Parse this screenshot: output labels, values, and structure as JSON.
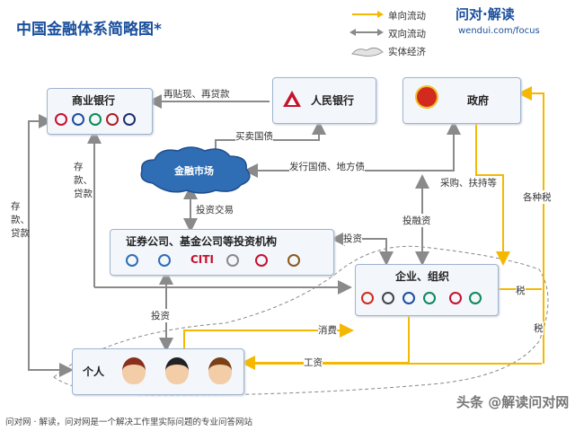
{
  "title": "中国金融体系简略图*",
  "brand": {
    "name": "问对·解读",
    "url": "wendui.com/focus"
  },
  "legend": {
    "one_way": "单向流动",
    "two_way": "双向流动",
    "real_economy": "实体经济"
  },
  "nodes": {
    "commercial_bank": "商业银行",
    "central_bank": "人民银行",
    "government": "政府",
    "financial_market": "金融市场",
    "investment_institutions": "证券公司、基金公司等投资机构",
    "enterprise": "企业、组织",
    "individual": "个人"
  },
  "edges": {
    "rediscount": "再贴现、再贷款",
    "buy_sell_bonds": "买卖国债",
    "issue_bonds": "发行国债、地方债",
    "deposits_loans_1": "存款、贷款",
    "deposits_loans_2": "存款、贷款",
    "investment_trading": "投资交易",
    "invest_1": "投资",
    "invest_2": "投资",
    "investment_financing": "投融资",
    "procurement": "采购、扶持等",
    "various_taxes": "各种税",
    "tax_1": "税",
    "tax_2": "税",
    "consumption": "消费",
    "wages": "工资"
  },
  "footer": "问对网 · 解读，问对网是一个解决工作里实际问题的专业问答网站",
  "watermark": "头条 @解读问对网",
  "colors": {
    "one_way": "#f5b800",
    "two_way": "#8a8a8a",
    "cloud": "#2f6db5",
    "title": "#1a4f9c"
  }
}
